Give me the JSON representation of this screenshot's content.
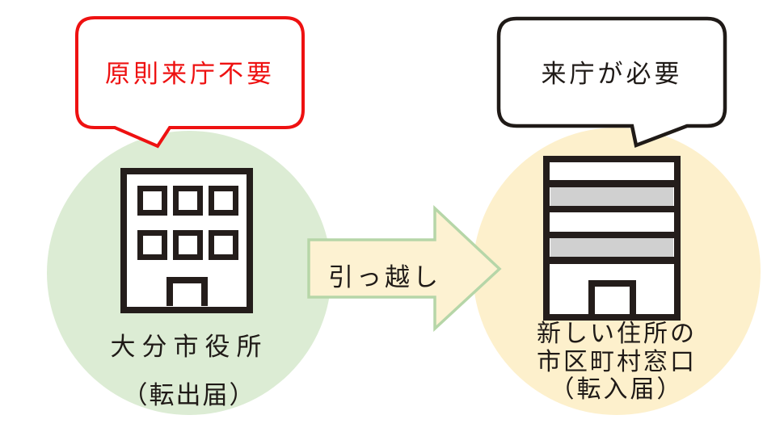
{
  "diagram": {
    "title_semantics": "moving procedure diagram",
    "arrow": {
      "label": "引っ越し"
    },
    "left_group": {
      "bubble_text": "原則来庁不要",
      "caption_line1": "大分市役所",
      "caption_line2": "（転出届）"
    },
    "right_group": {
      "bubble_text": "来庁が必要",
      "caption_line1": "新しい住所の",
      "caption_line2": "市区町村窓口",
      "caption_line3": "（転入届）"
    },
    "icons": {
      "left": "city-hall-building-icon",
      "right": "municipal-office-building-icon"
    },
    "colors": {
      "background": "#ffffff",
      "green_circle": "#dcecd4",
      "yellow_circle": "#fdf0cc",
      "arrow_fill": "#fdf2d2",
      "arrow_border": "#b6d6a8",
      "red_accent": "#ee1111",
      "ink_dark": "#241d1b",
      "building_gray_band": "#d0d0d0",
      "text_color": "#1f1a17"
    }
  }
}
